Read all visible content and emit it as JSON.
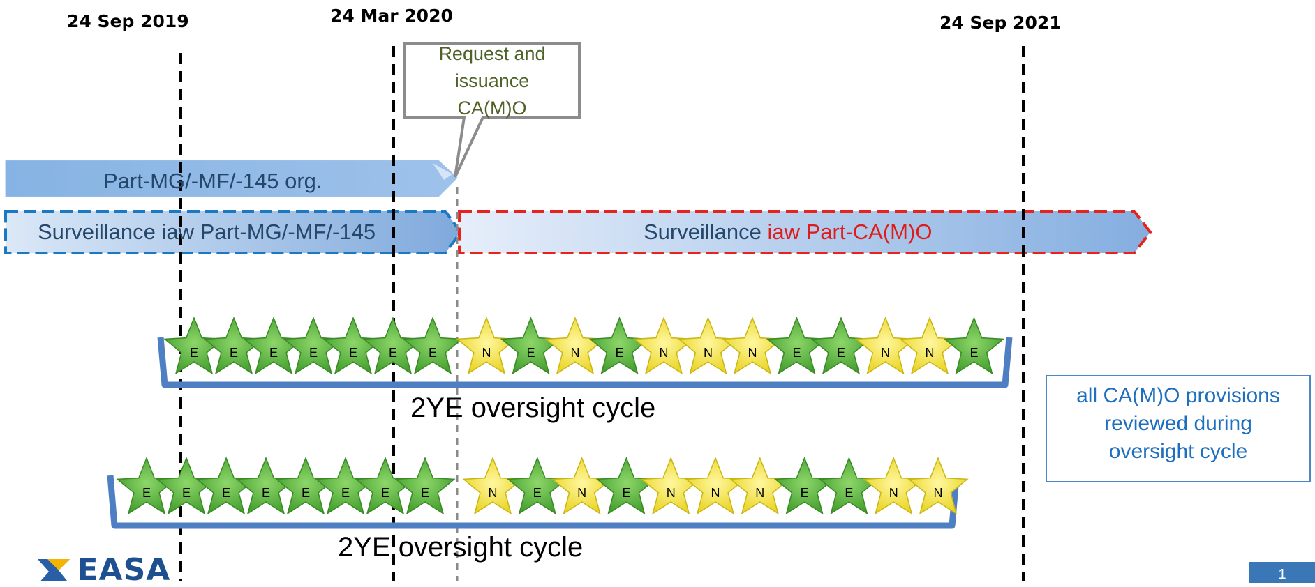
{
  "dates": {
    "d1": "24 Sep 2019",
    "d2": "24 Mar 2020",
    "d3": "24 Sep 2021"
  },
  "callout": {
    "line1": "Request and",
    "line2": "issuance",
    "line3": "CA(M)O"
  },
  "bars": {
    "org": "Part-MG/-MF/-145 org.",
    "surv_old": "Surveillance iaw Part-MG/-MF/-145",
    "surv_new_prefix": "Surveillance ",
    "surv_new_highlight": "iaw Part-CA(M)O"
  },
  "cycles": [
    {
      "label": "2YE oversight cycle",
      "stars": [
        "E",
        "E",
        "E",
        "E",
        "E",
        "E",
        "E",
        "N",
        "E",
        "N",
        "E",
        "N",
        "N",
        "N",
        "E",
        "E",
        "N",
        "N",
        "E"
      ]
    },
    {
      "label": "2YE oversight cycle",
      "stars": [
        "E",
        "E",
        "E",
        "E",
        "E",
        "E",
        "E",
        "E",
        "N",
        "E",
        "N",
        "E",
        "N",
        "N",
        "N",
        "E",
        "E",
        "N",
        "N"
      ]
    }
  ],
  "note": {
    "line1": "all CA(M)O provisions",
    "line2": "reviewed during",
    "line3": "oversight cycle"
  },
  "logo": {
    "text": "EASA"
  },
  "page_number": "1",
  "colors": {
    "star_e": "#4caf32",
    "star_n": "#f3e62a",
    "bracket": "#4f7fc3",
    "highlight_red": "#e01b1b",
    "old_border": "#1b78c2",
    "new_border": "#e8231d"
  }
}
